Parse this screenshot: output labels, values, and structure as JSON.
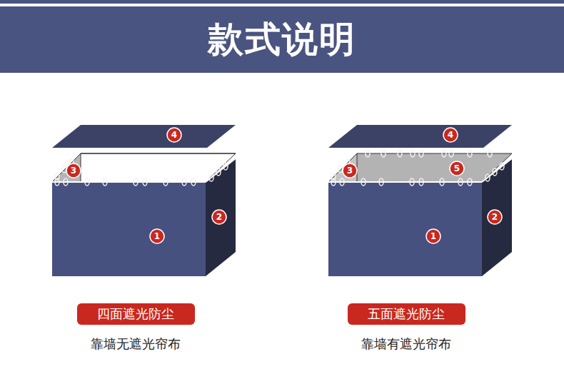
{
  "diagram": {
    "title": "款式说明",
    "nodes": [
      {
        "text": [
          "四面遮光防尘"
        ]
      },
      {
        "text": [
          "五面遮光防尘"
        ]
      }
    ],
    "labels": [
      "4",
      "3",
      "1",
      "2",
      "4",
      "3",
      "5",
      "1",
      "2",
      "靠墙无遮光帘布",
      "靠墙有遮光帘布"
    ]
  }
}
